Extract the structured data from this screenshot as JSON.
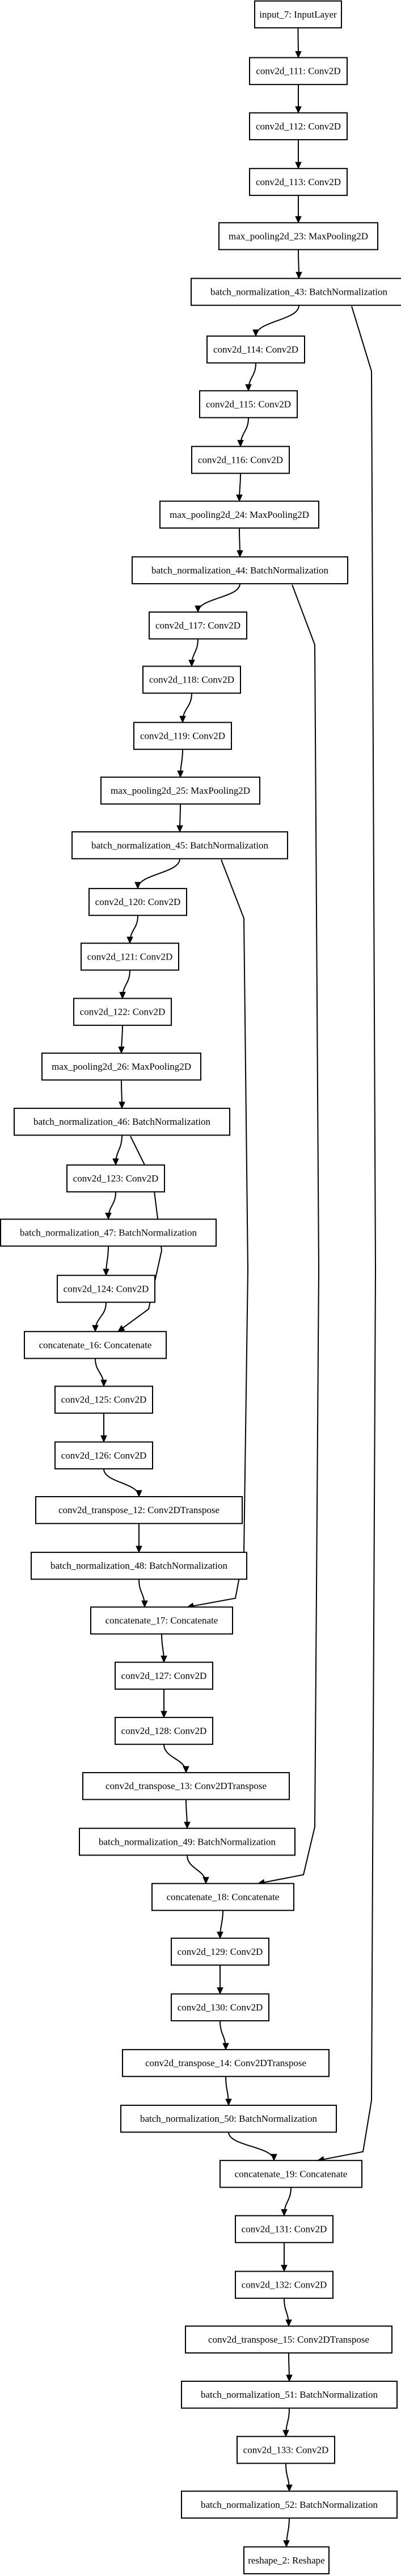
{
  "diagram": {
    "type": "keras-model-graph",
    "nodes": [
      {
        "id": "input_7",
        "label": "input_7: InputLayer"
      },
      {
        "id": "conv2d_111",
        "label": "conv2d_111: Conv2D"
      },
      {
        "id": "conv2d_112",
        "label": "conv2d_112: Conv2D"
      },
      {
        "id": "conv2d_113",
        "label": "conv2d_113: Conv2D"
      },
      {
        "id": "max_pooling2d_23",
        "label": "max_pooling2d_23: MaxPooling2D"
      },
      {
        "id": "batch_normalization_43",
        "label": "batch_normalization_43: BatchNormalization"
      },
      {
        "id": "conv2d_114",
        "label": "conv2d_114: Conv2D"
      },
      {
        "id": "conv2d_115",
        "label": "conv2d_115: Conv2D"
      },
      {
        "id": "conv2d_116",
        "label": "conv2d_116: Conv2D"
      },
      {
        "id": "max_pooling2d_24",
        "label": "max_pooling2d_24: MaxPooling2D"
      },
      {
        "id": "batch_normalization_44",
        "label": "batch_normalization_44: BatchNormalization"
      },
      {
        "id": "conv2d_117",
        "label": "conv2d_117: Conv2D"
      },
      {
        "id": "conv2d_118",
        "label": "conv2d_118: Conv2D"
      },
      {
        "id": "conv2d_119",
        "label": "conv2d_119: Conv2D"
      },
      {
        "id": "max_pooling2d_25",
        "label": "max_pooling2d_25: MaxPooling2D"
      },
      {
        "id": "batch_normalization_45",
        "label": "batch_normalization_45: BatchNormalization"
      },
      {
        "id": "conv2d_120",
        "label": "conv2d_120: Conv2D"
      },
      {
        "id": "conv2d_121",
        "label": "conv2d_121: Conv2D"
      },
      {
        "id": "conv2d_122",
        "label": "conv2d_122: Conv2D"
      },
      {
        "id": "max_pooling2d_26",
        "label": "max_pooling2d_26: MaxPooling2D"
      },
      {
        "id": "batch_normalization_46",
        "label": "batch_normalization_46: BatchNormalization"
      },
      {
        "id": "conv2d_123",
        "label": "conv2d_123: Conv2D"
      },
      {
        "id": "batch_normalization_47",
        "label": "batch_normalization_47: BatchNormalization"
      },
      {
        "id": "conv2d_124",
        "label": "conv2d_124: Conv2D"
      },
      {
        "id": "concatenate_16",
        "label": "concatenate_16: Concatenate"
      },
      {
        "id": "conv2d_125",
        "label": "conv2d_125: Conv2D"
      },
      {
        "id": "conv2d_126",
        "label": "conv2d_126: Conv2D"
      },
      {
        "id": "conv2d_transpose_12",
        "label": "conv2d_transpose_12: Conv2DTranspose"
      },
      {
        "id": "batch_normalization_48",
        "label": "batch_normalization_48: BatchNormalization"
      },
      {
        "id": "concatenate_17",
        "label": "concatenate_17: Concatenate"
      },
      {
        "id": "conv2d_127",
        "label": "conv2d_127: Conv2D"
      },
      {
        "id": "conv2d_128",
        "label": "conv2d_128: Conv2D"
      },
      {
        "id": "conv2d_transpose_13",
        "label": "conv2d_transpose_13: Conv2DTranspose"
      },
      {
        "id": "batch_normalization_49",
        "label": "batch_normalization_49: BatchNormalization"
      },
      {
        "id": "concatenate_18",
        "label": "concatenate_18: Concatenate"
      },
      {
        "id": "conv2d_129",
        "label": "conv2d_129: Conv2D"
      },
      {
        "id": "conv2d_130",
        "label": "conv2d_130: Conv2D"
      },
      {
        "id": "conv2d_transpose_14",
        "label": "conv2d_transpose_14: Conv2DTranspose"
      },
      {
        "id": "batch_normalization_50",
        "label": "batch_normalization_50: BatchNormalization"
      },
      {
        "id": "concatenate_19",
        "label": "concatenate_19: Concatenate"
      },
      {
        "id": "conv2d_131",
        "label": "conv2d_131: Conv2D"
      },
      {
        "id": "conv2d_132",
        "label": "conv2d_132: Conv2D"
      },
      {
        "id": "conv2d_transpose_15",
        "label": "conv2d_transpose_15: Conv2DTranspose"
      },
      {
        "id": "batch_normalization_51",
        "label": "batch_normalization_51: BatchNormalization"
      },
      {
        "id": "conv2d_133",
        "label": "conv2d_133: Conv2D"
      },
      {
        "id": "batch_normalization_52",
        "label": "batch_normalization_52: BatchNormalization"
      },
      {
        "id": "reshape_2",
        "label": "reshape_2: Reshape"
      }
    ],
    "edges": [
      {
        "from": "input_7",
        "to": "conv2d_111"
      },
      {
        "from": "conv2d_111",
        "to": "conv2d_112"
      },
      {
        "from": "conv2d_112",
        "to": "conv2d_113"
      },
      {
        "from": "conv2d_113",
        "to": "max_pooling2d_23"
      },
      {
        "from": "max_pooling2d_23",
        "to": "batch_normalization_43"
      },
      {
        "from": "batch_normalization_43",
        "to": "conv2d_114"
      },
      {
        "from": "batch_normalization_43",
        "to": "concatenate_19"
      },
      {
        "from": "conv2d_114",
        "to": "conv2d_115"
      },
      {
        "from": "conv2d_115",
        "to": "conv2d_116"
      },
      {
        "from": "conv2d_116",
        "to": "max_pooling2d_24"
      },
      {
        "from": "max_pooling2d_24",
        "to": "batch_normalization_44"
      },
      {
        "from": "batch_normalization_44",
        "to": "conv2d_117"
      },
      {
        "from": "batch_normalization_44",
        "to": "concatenate_18"
      },
      {
        "from": "conv2d_117",
        "to": "conv2d_118"
      },
      {
        "from": "conv2d_118",
        "to": "conv2d_119"
      },
      {
        "from": "conv2d_119",
        "to": "max_pooling2d_25"
      },
      {
        "from": "max_pooling2d_25",
        "to": "batch_normalization_45"
      },
      {
        "from": "batch_normalization_45",
        "to": "conv2d_120"
      },
      {
        "from": "batch_normalization_45",
        "to": "concatenate_17"
      },
      {
        "from": "conv2d_120",
        "to": "conv2d_121"
      },
      {
        "from": "conv2d_121",
        "to": "conv2d_122"
      },
      {
        "from": "conv2d_122",
        "to": "max_pooling2d_26"
      },
      {
        "from": "max_pooling2d_26",
        "to": "batch_normalization_46"
      },
      {
        "from": "batch_normalization_46",
        "to": "conv2d_123"
      },
      {
        "from": "batch_normalization_46",
        "to": "concatenate_16"
      },
      {
        "from": "conv2d_123",
        "to": "batch_normalization_47"
      },
      {
        "from": "batch_normalization_47",
        "to": "conv2d_124"
      },
      {
        "from": "conv2d_124",
        "to": "concatenate_16"
      },
      {
        "from": "concatenate_16",
        "to": "conv2d_125"
      },
      {
        "from": "conv2d_125",
        "to": "conv2d_126"
      },
      {
        "from": "conv2d_126",
        "to": "conv2d_transpose_12"
      },
      {
        "from": "conv2d_transpose_12",
        "to": "batch_normalization_48"
      },
      {
        "from": "batch_normalization_48",
        "to": "concatenate_17"
      },
      {
        "from": "concatenate_17",
        "to": "conv2d_127"
      },
      {
        "from": "conv2d_127",
        "to": "conv2d_128"
      },
      {
        "from": "conv2d_128",
        "to": "conv2d_transpose_13"
      },
      {
        "from": "conv2d_transpose_13",
        "to": "batch_normalization_49"
      },
      {
        "from": "batch_normalization_49",
        "to": "concatenate_18"
      },
      {
        "from": "concatenate_18",
        "to": "conv2d_129"
      },
      {
        "from": "conv2d_129",
        "to": "conv2d_130"
      },
      {
        "from": "conv2d_130",
        "to": "conv2d_transpose_14"
      },
      {
        "from": "conv2d_transpose_14",
        "to": "batch_normalization_50"
      },
      {
        "from": "batch_normalization_50",
        "to": "concatenate_19"
      },
      {
        "from": "concatenate_19",
        "to": "conv2d_131"
      },
      {
        "from": "conv2d_131",
        "to": "conv2d_132"
      },
      {
        "from": "conv2d_132",
        "to": "conv2d_transpose_15"
      },
      {
        "from": "conv2d_transpose_15",
        "to": "batch_normalization_51"
      },
      {
        "from": "batch_normalization_51",
        "to": "conv2d_133"
      },
      {
        "from": "conv2d_133",
        "to": "batch_normalization_52"
      },
      {
        "from": "batch_normalization_52",
        "to": "reshape_2"
      }
    ]
  }
}
